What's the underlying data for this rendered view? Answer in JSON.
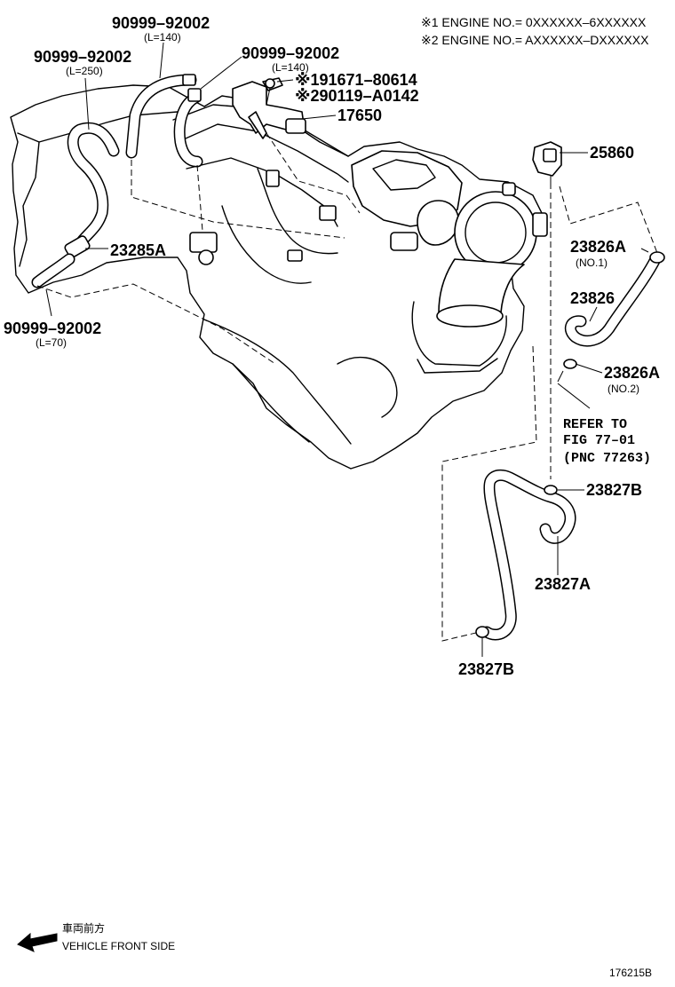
{
  "notes": {
    "note1": "※1 ENGINE NO.= 0XXXXXX–6XXXXXX",
    "note2": "※2 ENGINE NO.= AXXXXXX–DXXXXXX"
  },
  "callouts": {
    "hose_top_l140": {
      "part": "90999–92002",
      "length": "(L=140)"
    },
    "hose_left_l250": {
      "part": "90999–92002",
      "length": "(L=250)"
    },
    "hose_right_l140": {
      "part": "90999–92002",
      "length": "(L=140)"
    },
    "bolt_1": "※191671–80614",
    "bolt_2": "※290119–A0142",
    "valve_17650": "17650",
    "valve_25860": "25860",
    "filter_23285a": "23285A",
    "hose_bottom_l70": {
      "part": "90999–92002",
      "length": "(L=70)"
    },
    "clamp_23826a_no1": {
      "part": "23826A",
      "sub": "(NO.1)"
    },
    "hose_23826": "23826",
    "clamp_23826a_no2": {
      "part": "23826A",
      "sub": "(NO.2)"
    },
    "refer": {
      "line1": "REFER TO",
      "line2": "FIG 77–01",
      "line3": "(PNC 77263)"
    },
    "clamp_23827b_top": "23827B",
    "hose_23827a": "23827A",
    "clamp_23827b_bottom": "23827B"
  },
  "footer": {
    "front_jp": "車両前方",
    "front_en": "VEHICLE FRONT SIDE",
    "figure_code": "176215B"
  }
}
